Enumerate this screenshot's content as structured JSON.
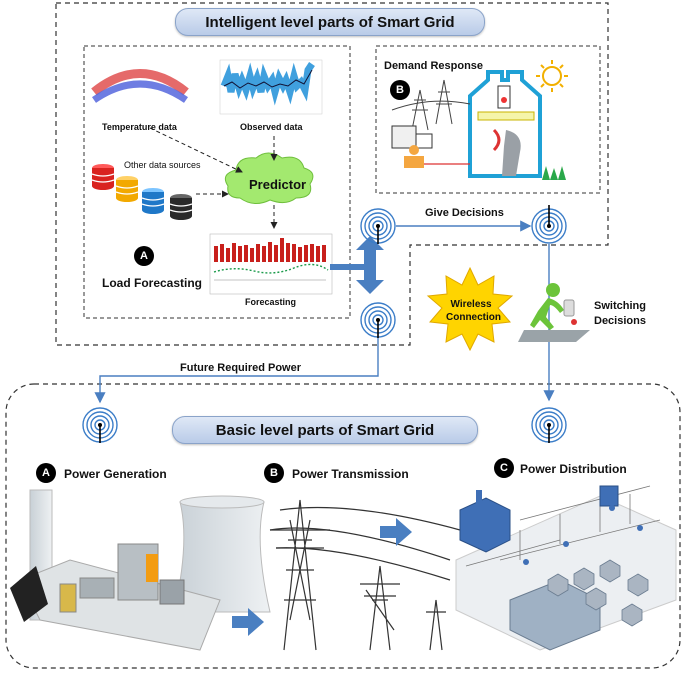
{
  "top_section": {
    "title": "Intelligent level parts of Smart Grid",
    "load_forecasting": {
      "badge": "A",
      "label": "Load Forecasting",
      "temperature_label": "Temperature data",
      "observed_label": "Observed data",
      "other_sources_label": "Other data sources",
      "predictor_label": "Predictor",
      "forecasting_label": "Forecasting"
    },
    "demand_response": {
      "badge": "B",
      "label": "Demand Response"
    }
  },
  "links": {
    "give_decisions": "Give Decisions",
    "wireless_connection": [
      "Wireless",
      "Connection"
    ],
    "switching_decisions": [
      "Switching",
      "Decisions"
    ],
    "future_required_power": "Future Required Power"
  },
  "bottom_section": {
    "title": "Basic level parts of Smart Grid",
    "generation": {
      "badge": "A",
      "label": "Power Generation"
    },
    "transmission": {
      "badge": "B",
      "label": "Power Transmission"
    },
    "distribution": {
      "badge": "C",
      "label": "Power Distribution"
    }
  },
  "colors": {
    "arrow_blue": "#4a7fc1",
    "banner_blue": "#c9d8ef",
    "cloud_green": "#9be26a",
    "starburst_yellow": "#ffd400",
    "bar_red": "#c8201c"
  }
}
